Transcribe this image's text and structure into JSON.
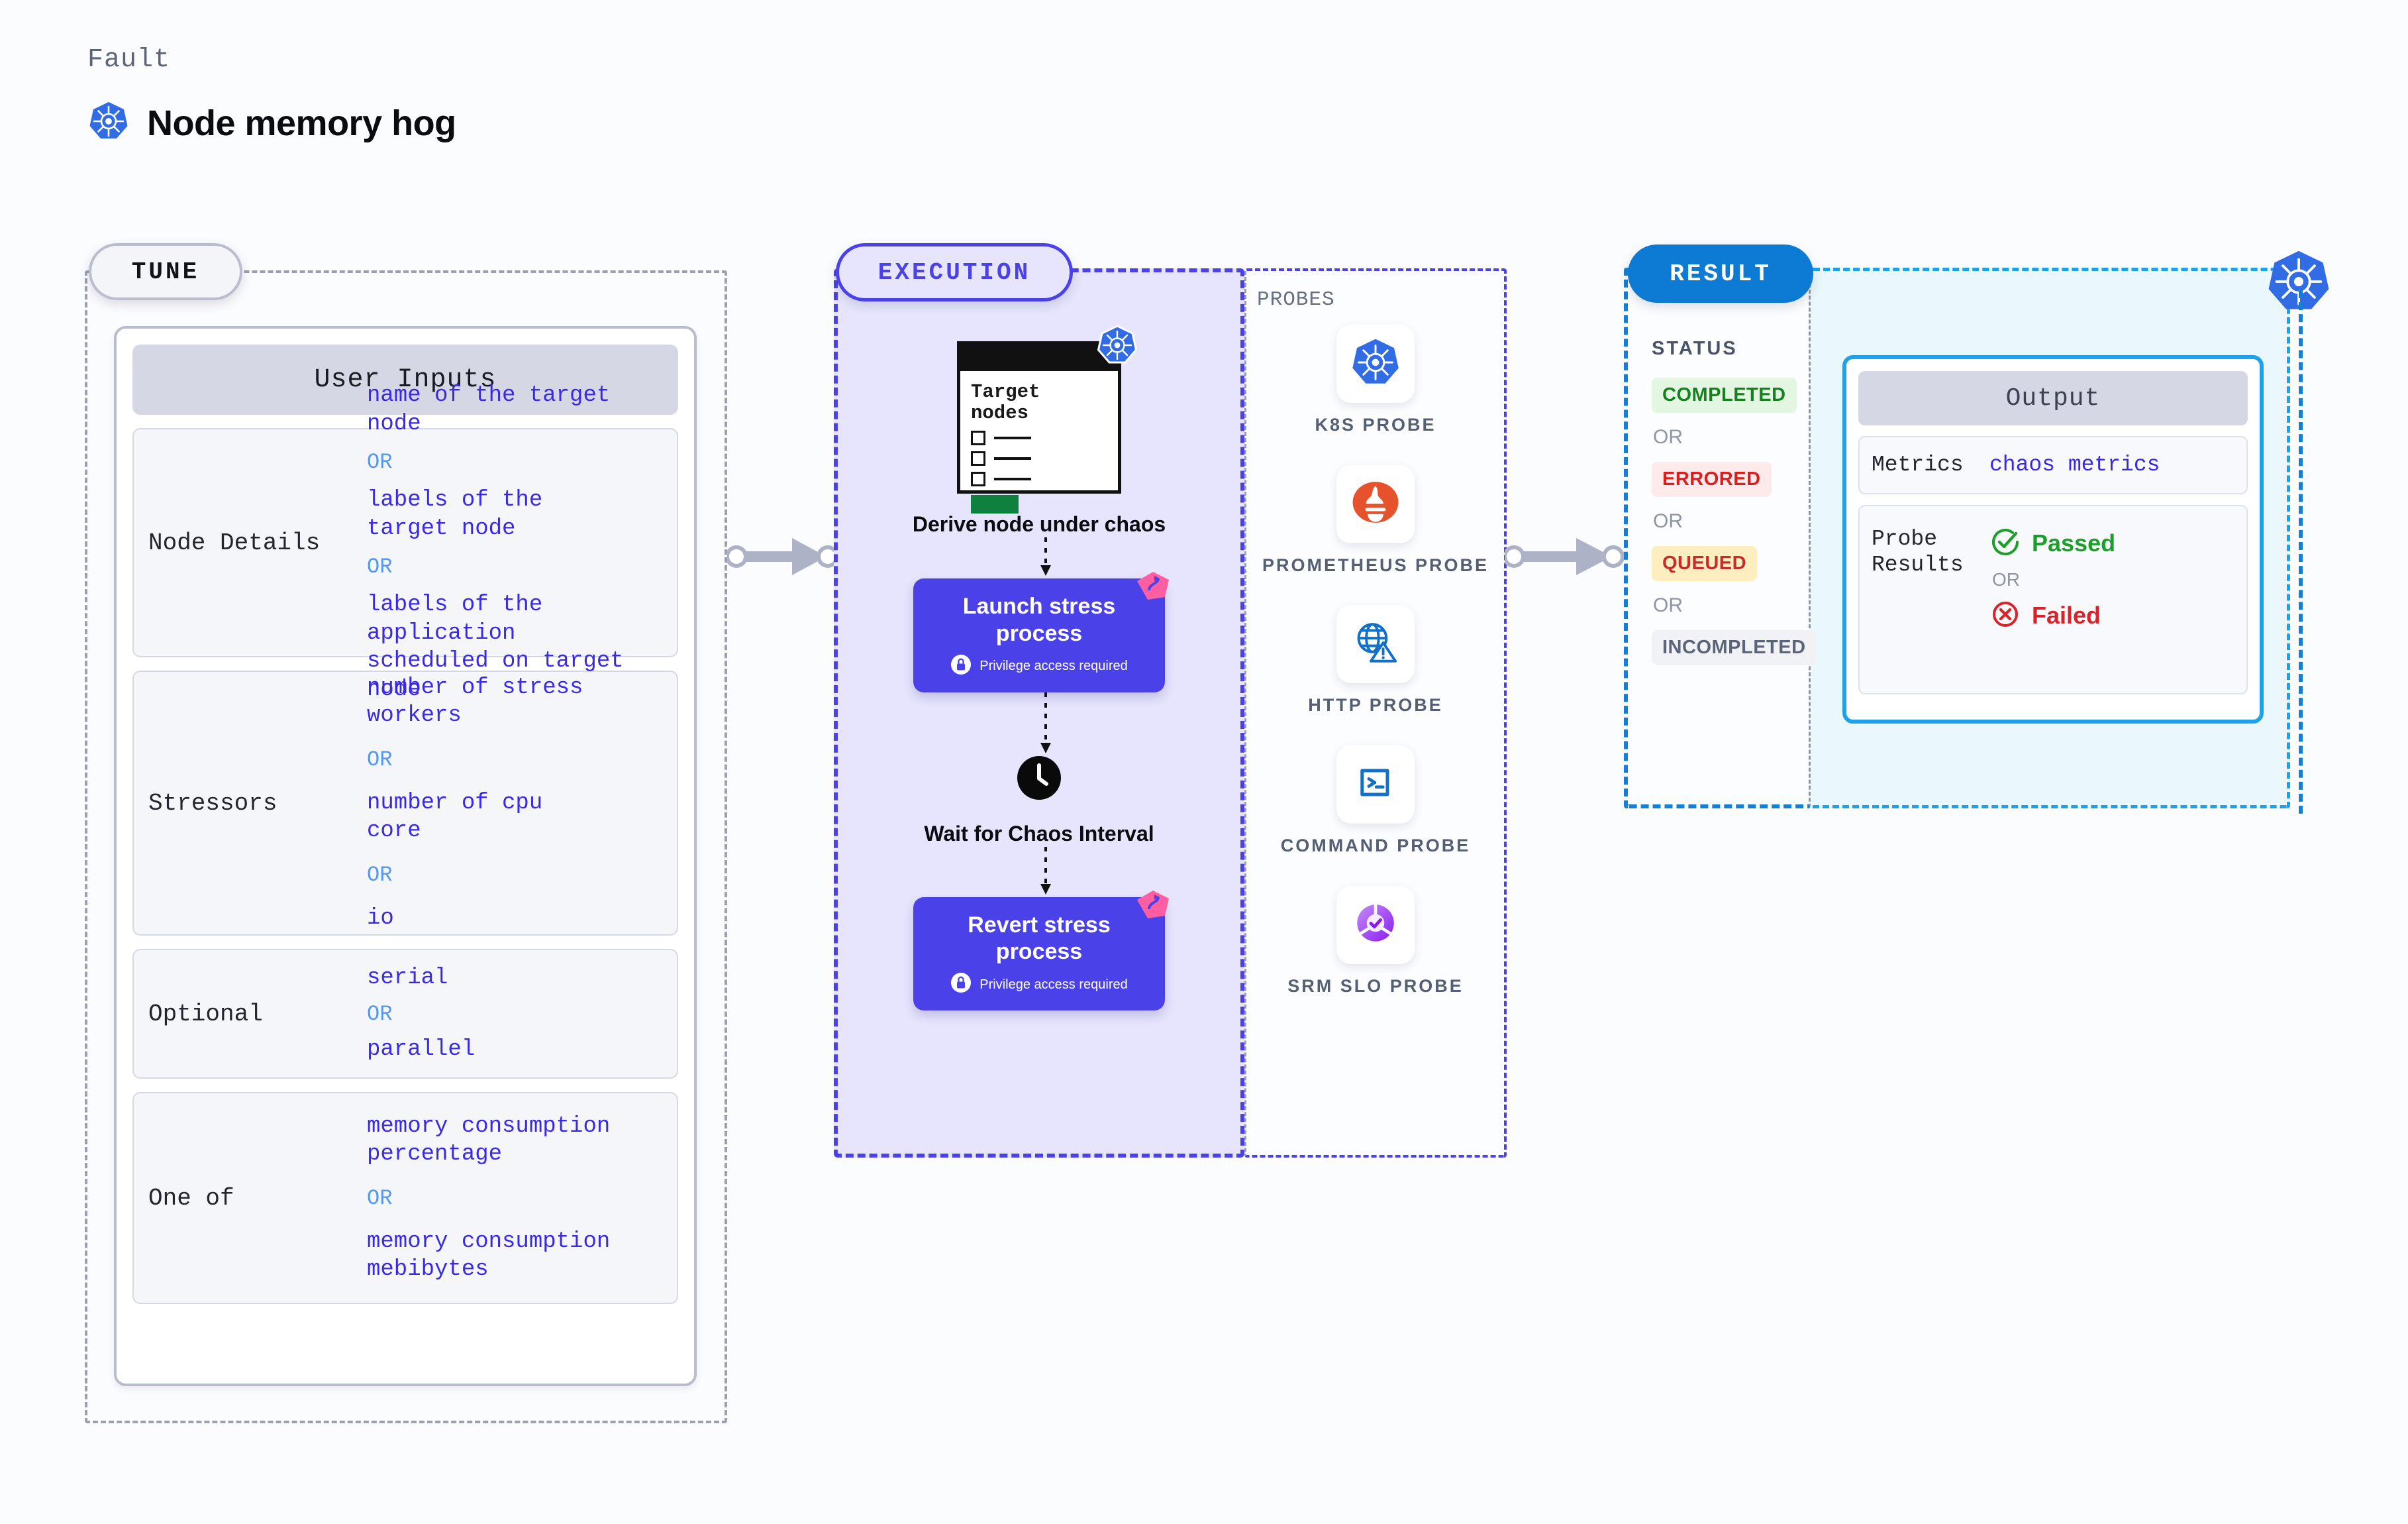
{
  "header": {
    "kicker": "Fault",
    "title": "Node memory hog",
    "icon": "kubernetes-icon"
  },
  "tune": {
    "tag": "TUNE",
    "card_title": "User Inputs",
    "rows": [
      {
        "label": "Node Details",
        "values": [
          "name of the target\nnode",
          "labels of the\ntarget node",
          "labels of the application\n scheduled on target node"
        ],
        "separator": "OR"
      },
      {
        "label": "Stressors",
        "values": [
          "number of stress\nworkers",
          "number of cpu\ncore",
          "io"
        ],
        "separator": "OR"
      },
      {
        "label": "Optional",
        "values": [
          "serial",
          "parallel"
        ],
        "separator": "OR"
      },
      {
        "label": "One of",
        "values": [
          "memory consumption\npercentage",
          "memory consumption\nmebibytes"
        ],
        "separator": "OR"
      }
    ]
  },
  "execution": {
    "tag": "EXECUTION",
    "target_card": {
      "title": "Target\nnodes",
      "checkbox_count": 3
    },
    "steps": [
      {
        "caption": "Derive node under\nchaos",
        "type": "node-card"
      },
      {
        "title": "Launch stress\nprocess",
        "privilege": "Privilege access required",
        "type": "action"
      },
      {
        "caption": "Wait for Chaos\nInterval",
        "type": "clock"
      },
      {
        "title": "Revert stress\nprocess",
        "privilege": "Privilege access required",
        "type": "action"
      }
    ]
  },
  "probes": {
    "label": "PROBES",
    "items": [
      {
        "name": "K8S PROBE",
        "icon": "kubernetes-icon"
      },
      {
        "name": "PROMETHEUS PROBE",
        "icon": "prometheus-icon"
      },
      {
        "name": "HTTP PROBE",
        "icon": "globe-alert-icon"
      },
      {
        "name": "COMMAND PROBE",
        "icon": "terminal-icon"
      },
      {
        "name": "SRM SLO PROBE",
        "icon": "srm-slo-icon"
      }
    ]
  },
  "result": {
    "tag": "RESULT",
    "status_label": "STATUS",
    "separator": "OR",
    "statuses": [
      {
        "label": "COMPLETED",
        "fg": "#17801f",
        "bg": "#e3f6e1"
      },
      {
        "label": "ERRORED",
        "fg": "#d81f1f",
        "bg": "#fdeaea"
      },
      {
        "label": "QUEUED",
        "fg": "#c92a2a",
        "bg": "#fdeec0"
      },
      {
        "label": "INCOMPLETED",
        "fg": "#5b6478",
        "bg": "#f1f2f6"
      }
    ]
  },
  "output": {
    "card_title": "Output",
    "metrics_label": "Metrics",
    "metrics_value": "chaos metrics",
    "probe_results_label": "Probe\nResults",
    "separator": "OR",
    "verdicts": [
      {
        "label": "Passed",
        "color": "#1d9e2b",
        "icon": "check-circle-icon"
      },
      {
        "label": "Failed",
        "color": "#d8232a",
        "icon": "x-circle-icon"
      }
    ]
  },
  "colors": {
    "accent_purple": "#4b41e8",
    "accent_blue": "#1380d6",
    "accent_cyan": "#1da1e8",
    "value_blue": "#3a2ae8",
    "or_blue": "#5599ef",
    "k8s_blue": "#326ce5"
  }
}
